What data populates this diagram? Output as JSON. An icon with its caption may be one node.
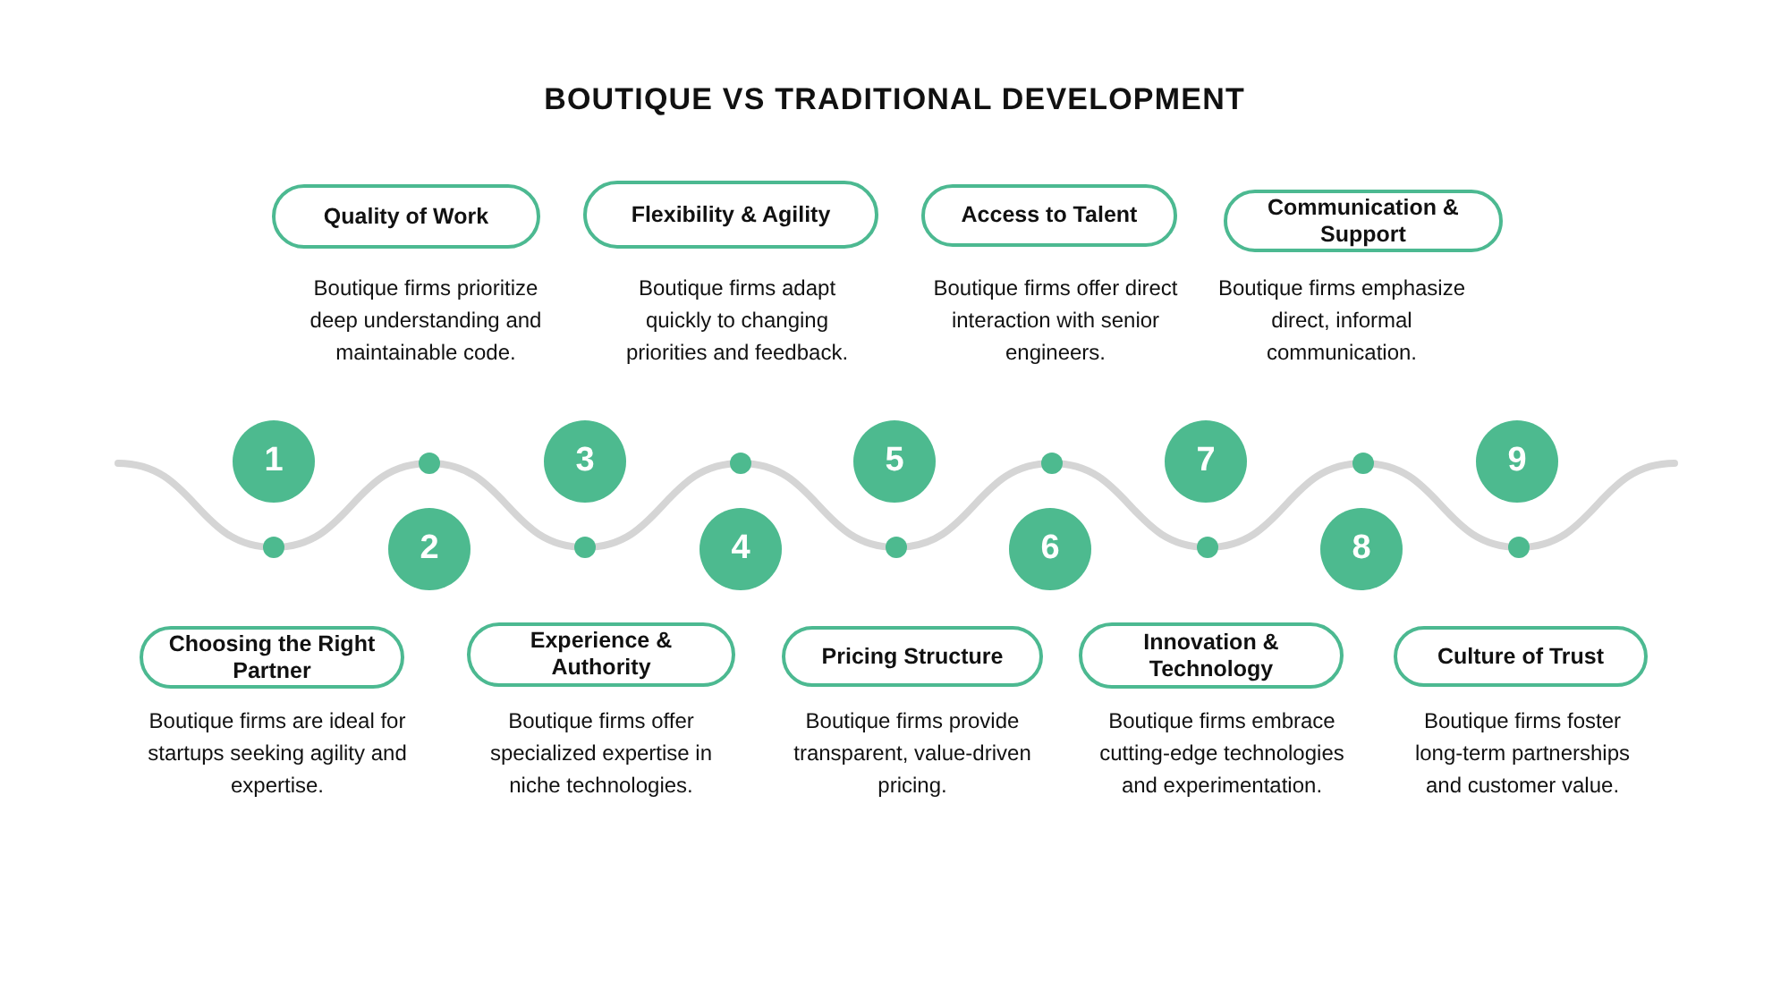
{
  "diagram": {
    "title": "BOUTIQUE VS TRADITIONAL DEVELOPMENT",
    "nodes": [
      {
        "text": [
          "Quality of Work"
        ],
        "beside": [
          "Boutique firms prioritize deep understanding and maintainable code."
        ]
      },
      {
        "text": [
          "Flexibility & Agility"
        ],
        "beside": [
          "Boutique firms adapt quickly to changing priorities and feedback."
        ]
      },
      {
        "text": [
          "Access to Talent"
        ],
        "beside": [
          "Boutique firms offer direct interaction with senior engineers."
        ]
      },
      {
        "text": [
          "Communication & Support"
        ],
        "beside": [
          "Boutique firms emphasize direct, informal communication."
        ]
      },
      {
        "text": [
          "1"
        ]
      },
      {
        "text": [
          "2"
        ]
      },
      {
        "text": [
          "3"
        ]
      },
      {
        "text": [
          "4"
        ]
      },
      {
        "text": [
          "5"
        ]
      },
      {
        "text": [
          "6"
        ]
      },
      {
        "text": [
          "7"
        ]
      },
      {
        "text": [
          "8"
        ]
      },
      {
        "text": [
          "9"
        ]
      },
      {
        "text": [
          "Choosing the Right Partner"
        ],
        "beside": [
          "Boutique firms are ideal for startups seeking agility and expertise."
        ]
      },
      {
        "text": [
          "Experience & Authority"
        ],
        "beside": [
          "Boutique firms offer specialized expertise in niche technologies."
        ]
      },
      {
        "text": [
          "Pricing Structure"
        ],
        "beside": [
          "Boutique firms provide transparent, value-driven pricing."
        ]
      },
      {
        "text": [
          "Innovation & Technology"
        ],
        "beside": [
          "Boutique firms embrace cutting-edge technologies and experimentation."
        ]
      },
      {
        "text": [
          "Culture of Trust"
        ],
        "beside": [
          "Boutique firms foster long-term partnerships and customer value."
        ]
      }
    ]
  }
}
